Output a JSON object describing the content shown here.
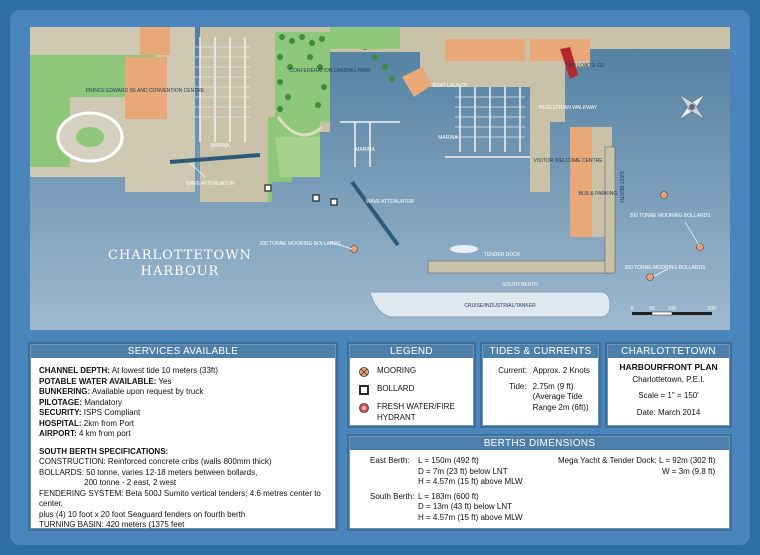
{
  "map": {
    "title_line1": "CHARLOTTETOWN",
    "title_line2": "HARBOUR",
    "labels": {
      "confederation_park": "CONFEDERATION LANDING PARK",
      "pei_centre": "PRINCE EDWARD ISLAND CONVENTION CENTRE",
      "marina_left": "MARINA",
      "marina_center": "MARINA",
      "marina_right": "MARINA",
      "boat_launch": "BOAT LAUNCH",
      "taxi": "TAXI LOAD & GO",
      "pedestrian": "PEDESTRIAN WALKWAY",
      "welcome_centre": "VISITOR WELCOME CENTRE",
      "bus_parking": "BUS & PARKING",
      "east_berth": "EAST BERTH",
      "wave_left": "WAVE ATTENUATOR",
      "wave_center": "WAVE ATTENUATOR",
      "mooring_200": "200 TONNE MOORING BOLLARDS",
      "tender_dock": "TENDER DOCK",
      "south_berth": "SOUTH BERTH",
      "cruise": "CRUISE/INDUSTRIAL/TANKER",
      "mooring_right": "200 TONNE MOORING BOLLARDS",
      "mooring_east": "200 TONNE MOORING BOLLARDS"
    },
    "scale_ticks": [
      "0",
      "50",
      "100",
      "200'"
    ]
  },
  "services": {
    "header": "SERVICES AVAILABLE",
    "items": [
      {
        "k": "CHANNEL DEPTH:",
        "v": " At lowest tide 10 meters (33ft)"
      },
      {
        "k": "POTABLE WATER AVAILABLE:",
        "v": " Yes"
      },
      {
        "k": "BUNKERING:",
        "v": " Available upon request by truck"
      },
      {
        "k": "PILOTAGE:",
        "v": " Mandatory"
      },
      {
        "k": "SECURITY:",
        "v": " ISPS Compliant"
      },
      {
        "k": "HOSPITAL:",
        "v": " 2km from Port"
      },
      {
        "k": "AIRPORT:",
        "v": " 4 km from port"
      }
    ],
    "spec_title": "SOUTH BERTH SPECIFICATIONS:",
    "specs": [
      "CONSTRUCTION: Reinforced concrete cribs (walls 800mm thick)",
      "BOLLARDS: 50 tonne, varies 12-18 meters between bollards,",
      "200 tonne - 2 east, 2 west",
      "FENDERING SYSTEM: Beta 500J Sumito vertical tenders; 4.6 metres center to center,",
      "plus (4) 10 foot x 20 foot Seaguard fenders on fourth berth",
      "TURNING BASIN: 420 meters (1375 feet"
    ]
  },
  "legend": {
    "header": "LEGEND",
    "items": [
      "MOORING",
      "BOLLARD",
      "FRESH WATER/FIRE HYDRANT"
    ],
    "colors": {
      "mooring": "#e8a27a",
      "hydrant": "#d9534f"
    }
  },
  "tides": {
    "header": "TIDES & CURRENTS",
    "current_label": "Current:",
    "current_value": "Approx. 2 Knots",
    "tide_label": "Tide:",
    "tide_value": "2.75m (9 ft) (Average Tide Range 2m (6ft))"
  },
  "plan": {
    "header": "CHARLOTTETOWN",
    "title": "HARBOURFRONT PLAN",
    "place": "Charlottetown, P.E.I.",
    "scale": "Scale = 1\" = 150'",
    "date": "Date: March 2014"
  },
  "berths": {
    "header": "BERTHS DIMENSIONS",
    "east_label": "East Berth:",
    "east": [
      "L = 150m (492 ft)",
      "D = 7m (23 ft) below LNT",
      "H = 4.57m (15 ft) above MLW"
    ],
    "south_label": "South Berth:",
    "south": [
      "L = 183m (600 ft)",
      "D = 13m (43 ft) below LNT",
      "H = 4.57m (15 ft) above MLW"
    ],
    "mega_label": "Mega Yacht & Tender Dock:",
    "mega": [
      "L = 92m (302 ft)",
      "W = 3m (9.8 ft)"
    ]
  }
}
